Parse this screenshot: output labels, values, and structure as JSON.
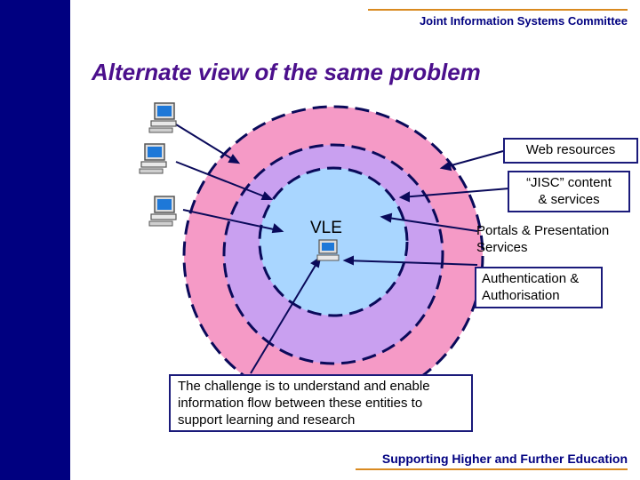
{
  "header": {
    "org": "Joint Information Systems Committee"
  },
  "slide": {
    "title": "Alternate view of the same problem"
  },
  "diagram": {
    "center_label": "VLE",
    "rings": [
      {
        "color": "#f59ac6"
      },
      {
        "color": "#c9a0f0"
      },
      {
        "color": "#a9d6ff"
      }
    ],
    "labels": {
      "web": "Web resources",
      "jisc_line1": "“JISC” content",
      "jisc_line2": "& services",
      "portals_line1": "Portals & Presentation",
      "portals_line2": "Services",
      "auth_line1": "Authentication &",
      "auth_line2": "Authorisation"
    },
    "user_icons": [
      "computer-user-icon",
      "computer-user-icon",
      "computer-user-icon"
    ]
  },
  "challenge": {
    "line1": "The challenge is to understand and enable",
    "line2": "information flow between these entities to",
    "line3": "support learning and research"
  },
  "footer": {
    "tagline": "Supporting Higher and Further Education"
  }
}
